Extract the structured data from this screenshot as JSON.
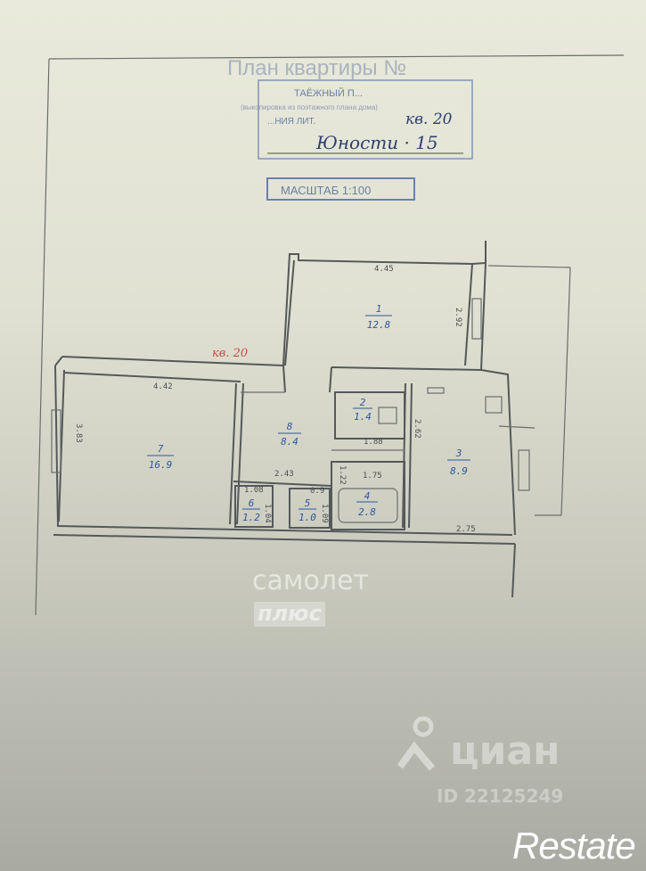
{
  "header": {
    "title": "План квартиры №",
    "stamp_line1": "ТАЁЖНЫЙ П...",
    "stamp_line2": "(выкопировка из поэтажного плана дома)",
    "stamp_line3": "...НИЯ ЛИТ.",
    "apartment_handwritten": "кв. 20",
    "street_handwritten": "Юности · 15",
    "scale_stamp": "МАСШТАБ 1:100"
  },
  "plan": {
    "apartment_mark": "кв. 20",
    "rooms": [
      {
        "number": "1",
        "area": "12.8"
      },
      {
        "number": "7",
        "area": "16.9"
      },
      {
        "number": "8",
        "area": "8.4"
      },
      {
        "number": "2",
        "area": "1.4"
      },
      {
        "number": "3",
        "area": "8.9"
      },
      {
        "number": "6",
        "area": "1.2"
      },
      {
        "number": "5",
        "area": "1.0"
      },
      {
        "number": "4",
        "area": "2.8"
      }
    ],
    "dimensions": {
      "room1_width": "4.45",
      "room1_depth": "2.92",
      "room7_width": "4.42",
      "room7_depth": "3.83",
      "hall_width": "2.43",
      "wc6_width": "1.08",
      "wc6_depth": "1.04",
      "wc5_width": "0.9",
      "wc5_depth": "1.09",
      "bath_depth": "1.22",
      "bath_width": "1.75",
      "pantry_width": "1.88",
      "kitchen_depth": "2.62",
      "kitchen_width": "2.75"
    }
  },
  "watermarks": {
    "samolet_line1": "самолет",
    "samolet_line2": "плюс",
    "cian_brand": "циан",
    "cian_id": "ID 22125249",
    "restate_brand": "Restate"
  }
}
